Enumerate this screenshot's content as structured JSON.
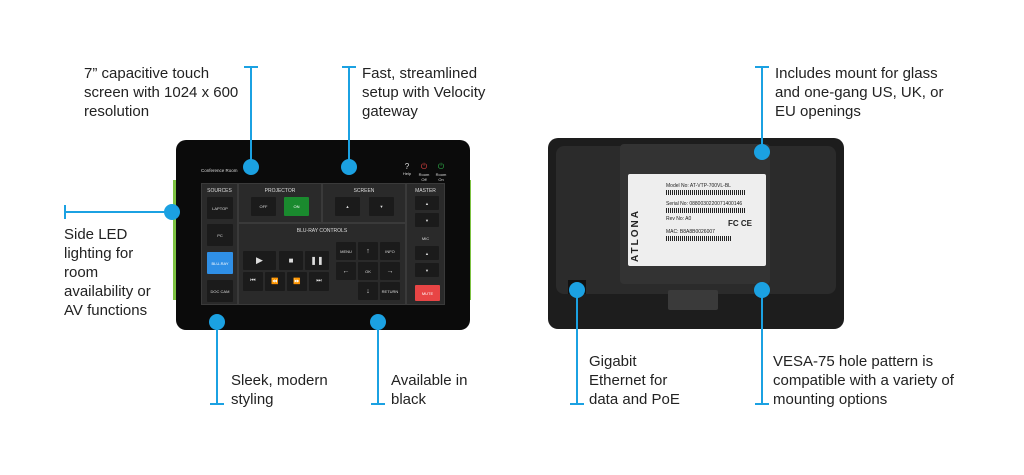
{
  "callouts": {
    "touch": "7” capacitive touch screen with 1024 x 600 resolution",
    "setup": "Fast, streamlined setup with Velocity gateway",
    "led": "Side LED lighting for room availability or AV functions",
    "sleek": "Sleek, modern styling",
    "black": "Available in black",
    "mount": "Includes mount for glass and one-gang US, UK, or EU openings",
    "ethernet": "Gigabit Ethernet for data and PoE",
    "vesa": "VESA-75 hole pattern is compatible with a variety of mounting options"
  },
  "screen": {
    "room": "Conference Room",
    "help": "Help",
    "room_off": "Room Off",
    "room_on": "Room On",
    "sources_title": "SOURCES",
    "sources": [
      "LAPTOP",
      "PC",
      "BLU-RAY",
      "DOC CAM"
    ],
    "projector_title": "PROJECTOR",
    "off": "OFF",
    "on": "ON",
    "screen_title": "SCREEN",
    "master": "MASTER",
    "mic": "MIC",
    "mute": "MUTE",
    "bluray_title": "BLU-RAY CONTROLS",
    "menu": "MENU",
    "info": "INFO",
    "ok": "OK",
    "return": "RETURN"
  },
  "rear_label": {
    "model": "Model No:   AT-VTP-700VL-BL",
    "serial": "Serial No:  0880030220071400146",
    "rev": "Rev No:   A0",
    "mac": "MAC:  B8A8B0026007",
    "brand": "ATLONA"
  },
  "colors": {
    "accent": "#1ba1e2",
    "on": "#1a8a2e",
    "selected": "#2f8fe6",
    "mute": "#e84545",
    "led": "#7dc242"
  }
}
